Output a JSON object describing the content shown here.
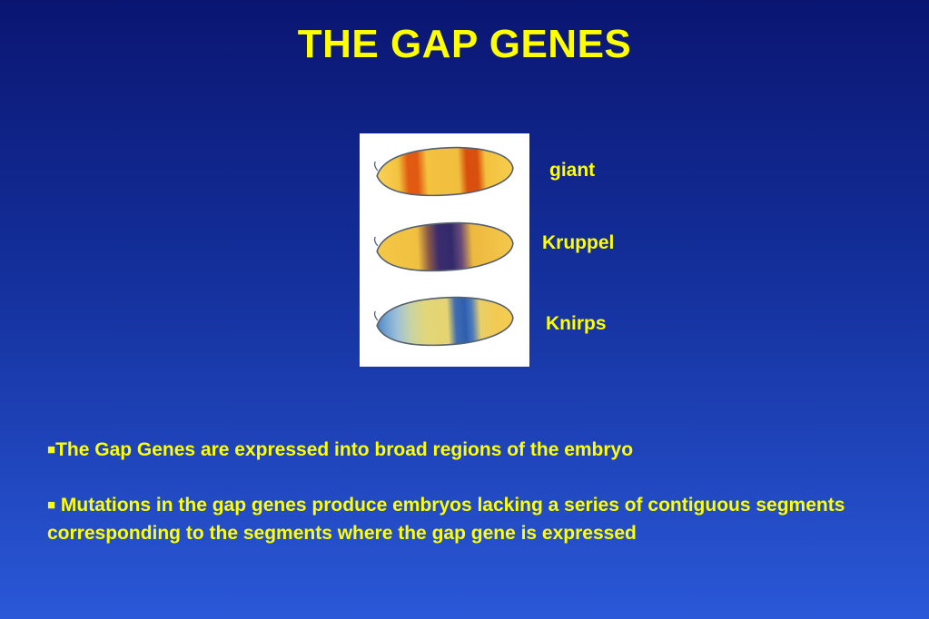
{
  "slide": {
    "title": "THE GAP GENES",
    "diagram": {
      "panel_bg": "#ffffff",
      "labels": [
        {
          "id": "giant",
          "label": "giant"
        },
        {
          "id": "kruppel",
          "label": "Kruppel"
        },
        {
          "id": "knirps",
          "label": "Knirps"
        }
      ]
    },
    "bullets": [
      {
        "marker": "■",
        "text": "The Gap Genes are expressed into broad regions of the embryo"
      },
      {
        "marker": "■",
        "text": " Mutations in the gap genes produce embryos lacking a series of contiguous segments corresponding to the segments where the gap gene is expressed"
      }
    ],
    "colors": {
      "title_text": "#ffff00",
      "body_text": "#ffff00",
      "background_top": "#0a1572",
      "background_bottom": "#2a58d8",
      "giant_stripe": "#de5a12",
      "kruppel_band": "#332a6a",
      "knirps_band": "#2f5eae",
      "embryo_base": "#f3c23e"
    }
  }
}
